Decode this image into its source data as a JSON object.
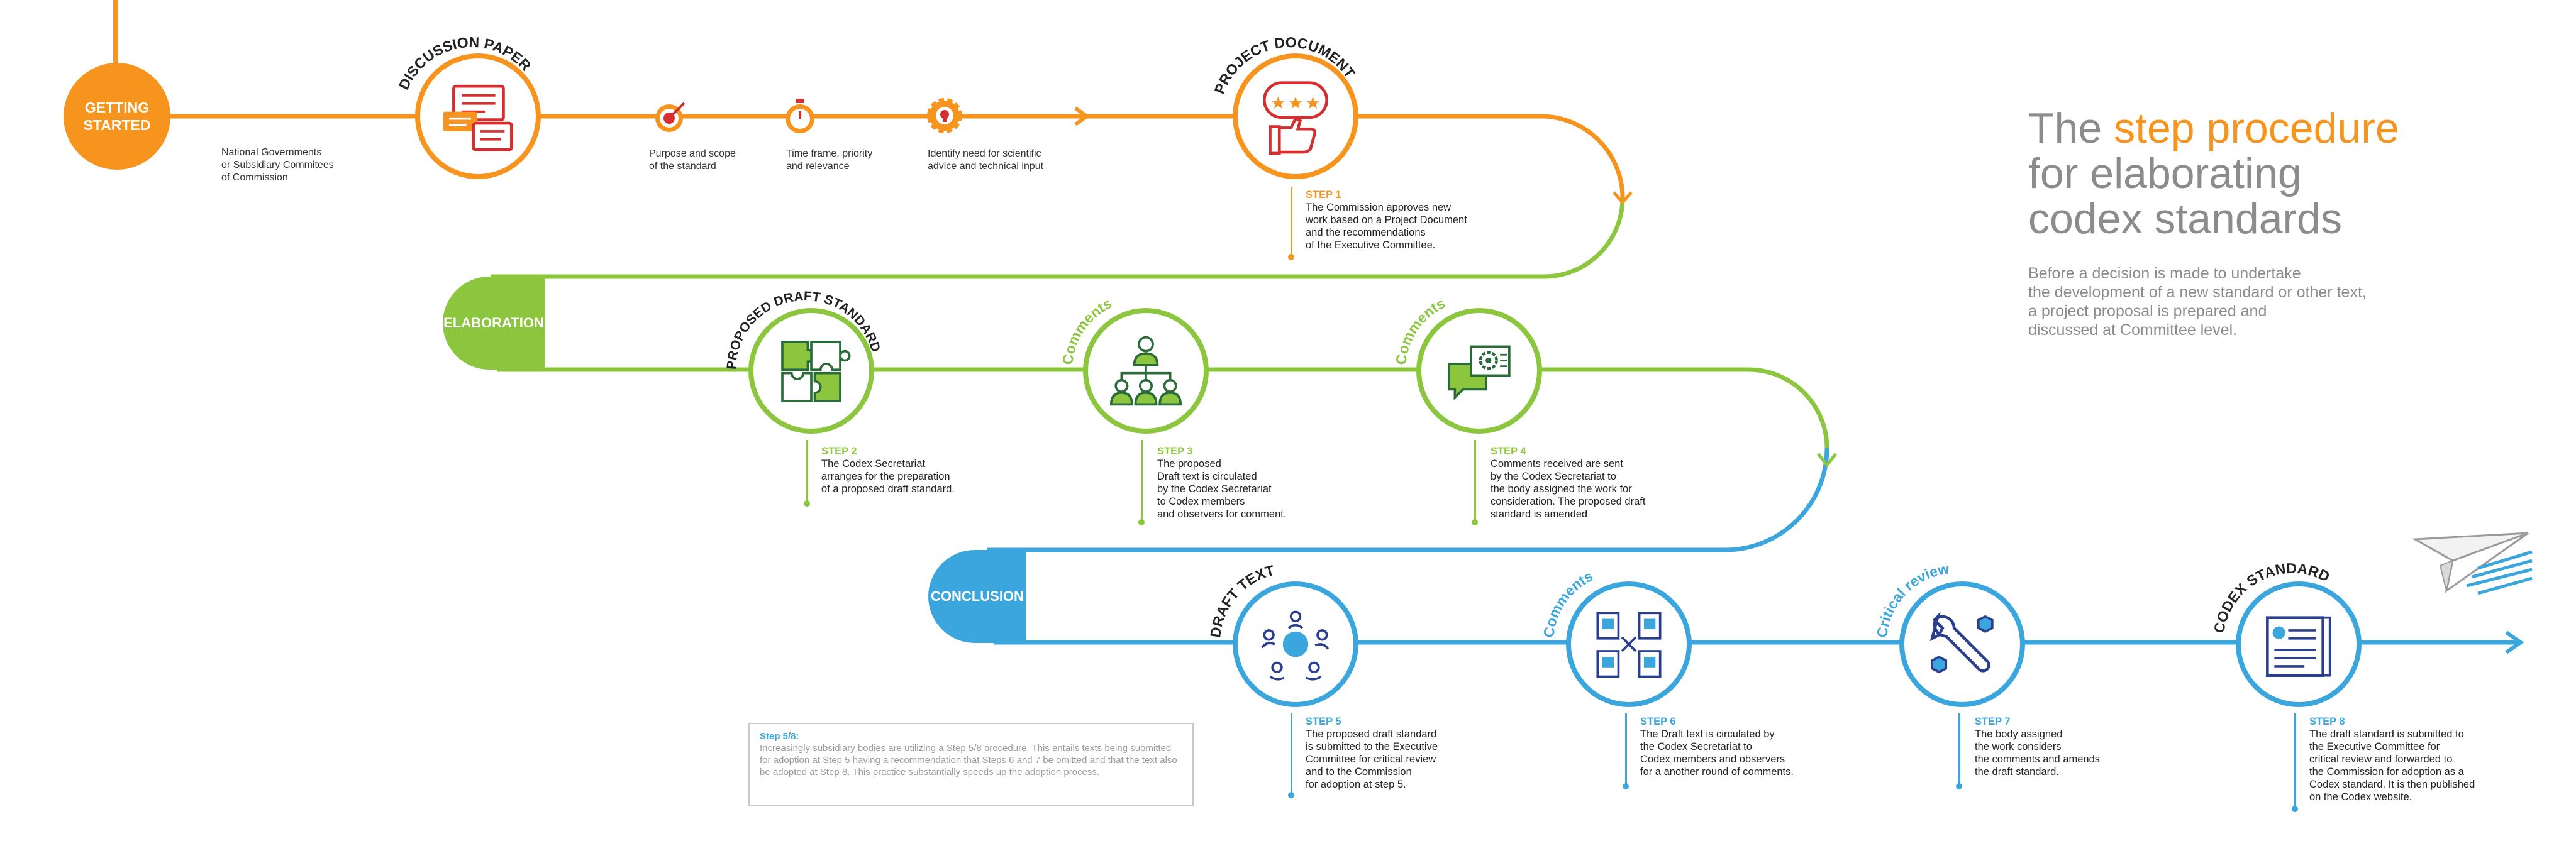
{
  "colors": {
    "orange": "#f7941d",
    "green": "#8cc63f",
    "blue": "#3aa6dd",
    "red": "#d62e2e",
    "darkgreen": "#2b6b3a",
    "navy": "#2a3f8f",
    "gray": "#8c8c8c"
  },
  "title": {
    "pre": "The ",
    "highlight": "step procedure",
    "line2": "for elaborating",
    "line3": "codex standards"
  },
  "intro": "Before a decision is made to undertake\nthe development of a new standard or other text,\na project proposal is prepared and\ndiscussed at Committee level.",
  "phases": {
    "getting_started": "GETTING\nSTARTED",
    "elaboration": "ELABORATION",
    "conclusion": "CONCLUSION"
  },
  "circle_labels": {
    "discussion_paper": "DISCUSSION PAPER",
    "project_document": "PROJECT DOCUMENT",
    "proposed_draft": "PROPOSED DRAFT STANDARD",
    "comments_1": "Comments",
    "comments_2": "Comments",
    "draft_text": "DRAFT TEXT",
    "comments_3": "Comments",
    "critical_review": "Critical review",
    "codex_standard": "CODEX STANDARD"
  },
  "getting_started_notes": {
    "governments": "National Governments\nor Subsidiary Commitees\nof  Commission",
    "purpose": "Purpose  and scope\nof the standard",
    "timeframe": "Time frame, priority\nand relevance",
    "identify": "Identify need for scientific\nadvice and technical input"
  },
  "icons": {
    "discussion": "speech-bubbles-icon",
    "project": "rating-thumbs-up-icon",
    "target": "target-icon",
    "stopwatch": "stopwatch-icon",
    "gear": "gear-bulb-icon",
    "puzzle": "puzzle-icon",
    "team": "team-hierarchy-icon",
    "chat_gear": "chat-gear-icon",
    "network": "people-network-icon",
    "docs": "document-exchange-icon",
    "tools": "wrench-nut-icon",
    "certificate": "certificate-icon",
    "plane": "paper-plane-icon"
  },
  "steps": [
    {
      "id": "s1",
      "head": "STEP 1",
      "body": "The Commission approves new\nwork based on a Project Document\nand the recommendations\nof the Executive Committee."
    },
    {
      "id": "s2",
      "head": "STEP 2",
      "body": "The Codex Secretariat\narranges for the preparation\nof a proposed draft standard."
    },
    {
      "id": "s3",
      "head": "STEP 3",
      "body": "The proposed\nDraft text is circulated\nby the Codex Secretariat\nto Codex members\nand observers for comment."
    },
    {
      "id": "s4",
      "head": "STEP 4",
      "body": "Comments received are sent\nby the Codex Secretariat to\nthe body assigned the work for\nconsideration. The proposed draft\nstandard is amended"
    },
    {
      "id": "s5",
      "head": "STEP 5",
      "body": "The proposed draft standard\nis submitted to the Executive\nCommittee for critical review\nand to the Commission\nfor adoption at step 5."
    },
    {
      "id": "s6",
      "head": "STEP 6",
      "body": "The Draft text is circulated by\nthe Codex Secretariat to\nCodex members and observers\nfor a another round of comments."
    },
    {
      "id": "s7",
      "head": "STEP 7",
      "body": "The body assigned\nthe work considers\nthe comments and amends\nthe draft standard."
    },
    {
      "id": "s8",
      "head": "STEP 8",
      "body": "The draft standard is submitted to\nthe Executive Committee for\ncritical review and forwarded to\nthe Commission for adoption as a\nCodex standard. It is then published\non the Codex website."
    }
  ],
  "note": {
    "head": "Step 5/8:",
    "body": "Increasingly subsidiary bodies are utilizing a Step 5/8 procedure. This entails texts being submitted for adoption at Step 5 having a recommendation that Steps 6 and 7 be omitted and that the text also be adopted at Step 8. This practice substantially speeds up the adoption process."
  }
}
